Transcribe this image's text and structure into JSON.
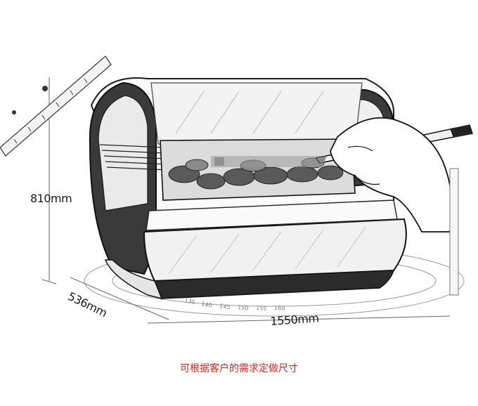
{
  "image": {
    "subject": "pencil-sketch-ice-cream-display-freezer",
    "dimensions": {
      "height_label": "810mm",
      "depth_label": "536mm",
      "width_label": "1550mm"
    },
    "ruler_ticks": [
      "135",
      "140",
      "145",
      "150",
      "155",
      "160"
    ],
    "caption": "可根据客户的需求定做尺寸",
    "colors": {
      "caption": "#e0231a",
      "ink": "#1a1a1a",
      "shade": "#8a8a8a"
    }
  }
}
